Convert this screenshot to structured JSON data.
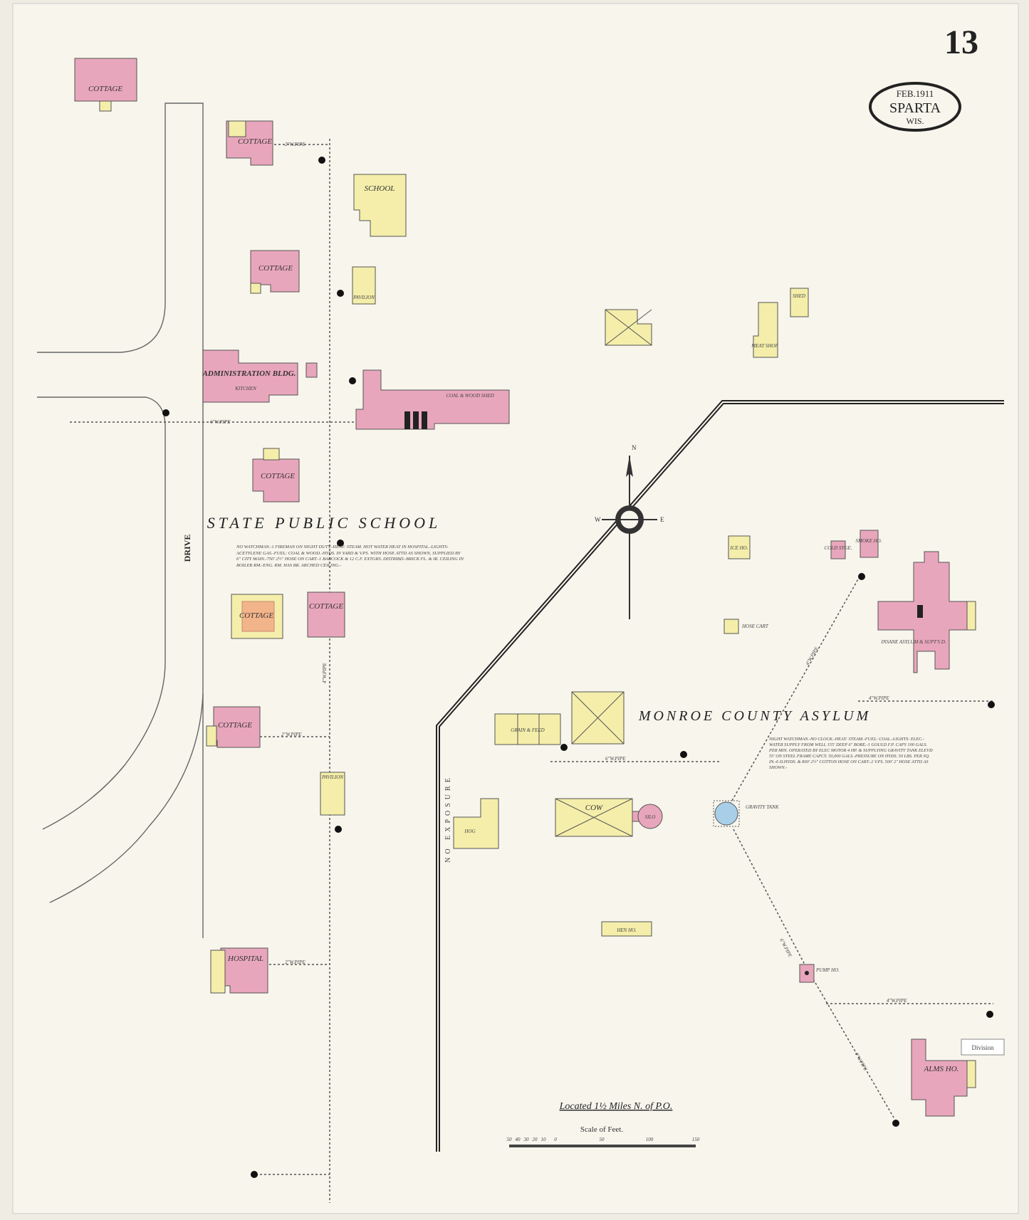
{
  "sheet_number": "13",
  "stamp": {
    "date": "FEB.1911",
    "city": "SPARTA",
    "state": "WIS."
  },
  "titles": {
    "state_school": "STATE PUBLIC SCHOOL",
    "county_asylum": "MONROE COUNTY ASYLUM",
    "drive": "DRIVE",
    "located": "Located 1½ Miles N. of P.O.",
    "scale": "Scale of Feet.",
    "exposure": "NO EXPOSURE",
    "division": "Division"
  },
  "buildings": {
    "f_cottage": "COTTAGE",
    "a_cottage": "COTTAGE",
    "b_cottage": "COTTAGE",
    "c_cottage": "COTTAGE",
    "d_cottage": "COTTAGE",
    "g_cottage": "COTTAGE",
    "e_cottage": "COTTAGE",
    "school": "SCHOOL",
    "pavilion_1": "PAVILION",
    "pavilion_2": "PAVILION",
    "admin": "ADMINISTRATION BLDG.",
    "kitchen": "KITCHEN",
    "coal_shed": "COAL & WOOD SHED",
    "hospital": "HOSPITAL",
    "meat_shop": "MEAT SHOP",
    "shed": "SHED",
    "ice_ho": "ICE HO.",
    "cold_stge": "COLD STGE.",
    "smoke_ho": "SMOKE HO.",
    "hose_cart": "HOSE CART",
    "asylum": "INSANE ASYLUM & SUPT'S D.",
    "grain_feed": "GRAIN & FEED",
    "cow": "COW",
    "silo": "SILO",
    "hog": "HOG",
    "hen_ho": "HEN HO.",
    "gravity_tank": "GRAVITY TANK",
    "pump_ho": "PUMP HO.",
    "alms_ho": "ALMS HO."
  },
  "pipes": {
    "p1": "2\"W.PIPE",
    "p2": "6\"W.PIPE",
    "p3": "4\"W.PIPE",
    "p4": "2\"W.PIPE",
    "p5": "2\"W.PIPE",
    "p6": "4\"W.PIPE",
    "p7": "4\"W.PIPE",
    "p8": "6\"W.PIPE",
    "p9": "6\"W.PIPE",
    "p10": "4\"W.PIPE",
    "p11": "4\"W.PIPE"
  },
  "notes": {
    "school": "NO WATCHMAN.-1 FIREMAN ON NIGHT DUTY.-HEAT: STEAM. HOT WATER HEAT IN HOSPITAL.-LIGHTS: ACETYLENE GAS.-FUEL: COAL & WOOD.-HYDS. IN YARD & V.PS. WITH HOSE ATTD AS SHOWN, SUPPLIED BY 6\" CITY MAIN.-750' 2½\" HOSE ON CART.-1 BABCOCK & 12 C.F. EXTGRS. DISTRIBD.-BRICK FL. & IR. CEILING IN BOILER RM.-ENG. RM. HAS BR. ARCHED CEILING.-",
    "asylum": "NIGHT WATCHMAN.-NO CLOCK.-HEAT: STEAM.-FUEL: COAL.-LIGHTS: ELEC.-WATER SUPPLY FROM WELL 155' DEEP 6\" BORE.-1 GOULD F.P. CAPY 100 GALS. PER MIN. OPERATED BY ELEC MOTOR 4 HP. & SUPPLYING GRAVITY TANK ELEVD 55' ON STEEL FRAME CAPCY. 50,000 GALS.-PRESSURE ON HYDS. 50 LBS. PER SQ. IN.-6 D.HYDS. & 800' 2½\" COTTON HOSE ON CART.-2 V.PS. 500' 2\" HOSE ATTD AS SHOWN.-"
  },
  "compass": {
    "n": "N",
    "e": "E",
    "w": "W"
  },
  "scale_ticks": [
    "50",
    "40",
    "30",
    "20",
    "10",
    "0",
    "50",
    "100",
    "150"
  ],
  "colors": {
    "brick": "#e8a6bc",
    "frame": "#f4eeaa",
    "paper": "#f7f5ec"
  }
}
